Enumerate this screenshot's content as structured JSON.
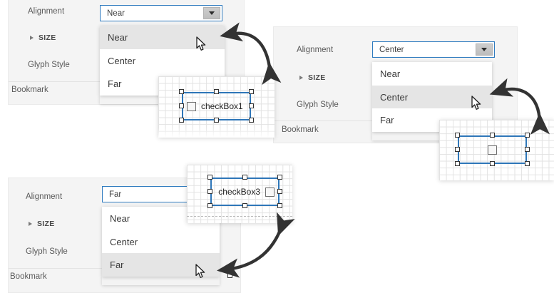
{
  "accent_colors": {
    "combo_border": "#2f7bbf",
    "control_outline": "#2e76b8",
    "panel_bg": "#f4f4f4",
    "dropdown_selected_bg": "#e5e5e5",
    "label_text": "#5a5a5a",
    "arrow": "#333333"
  },
  "property_rows": {
    "alignment_label": "Alignment",
    "size_label": "SIZE",
    "glyph_style_label": "Glyph Style",
    "bookmark_label": "Bookmark"
  },
  "dropdown_options": [
    "Near",
    "Center",
    "Far"
  ],
  "panels": [
    {
      "id": "panel-near",
      "alignment_label": "Alignment",
      "size_label": "SIZE",
      "glyph_style_label": "Glyph Style",
      "bookmark_label": "Bookmark",
      "combo_value": "Near",
      "options": [
        "Near",
        "Center",
        "Far"
      ],
      "selected_option": "Near",
      "selected_index": 0
    },
    {
      "id": "panel-center",
      "alignment_label": "Alignment",
      "size_label": "SIZE",
      "glyph_style_label": "Glyph Style",
      "bookmark_label": "Bookmark",
      "combo_value": "Center",
      "options": [
        "Near",
        "Center",
        "Far"
      ],
      "selected_option": "Center",
      "selected_index": 1
    },
    {
      "id": "panel-far",
      "alignment_label": "Alignment",
      "size_label": "SIZE",
      "glyph_style_label": "Glyph Style",
      "bookmark_label": "Bookmark",
      "combo_value": "Far",
      "options": [
        "Near",
        "Center",
        "Far"
      ],
      "selected_option": "Far",
      "selected_index": 2
    }
  ],
  "previews": [
    {
      "id": "preview-near",
      "checkbox_text": "checkBox1",
      "alignment": "Near",
      "has_text": true
    },
    {
      "id": "preview-center",
      "checkbox_text": "",
      "alignment": "Center",
      "has_text": false
    },
    {
      "id": "preview-far",
      "checkbox_text": "checkBox3",
      "alignment": "Far",
      "has_text": true
    }
  ]
}
